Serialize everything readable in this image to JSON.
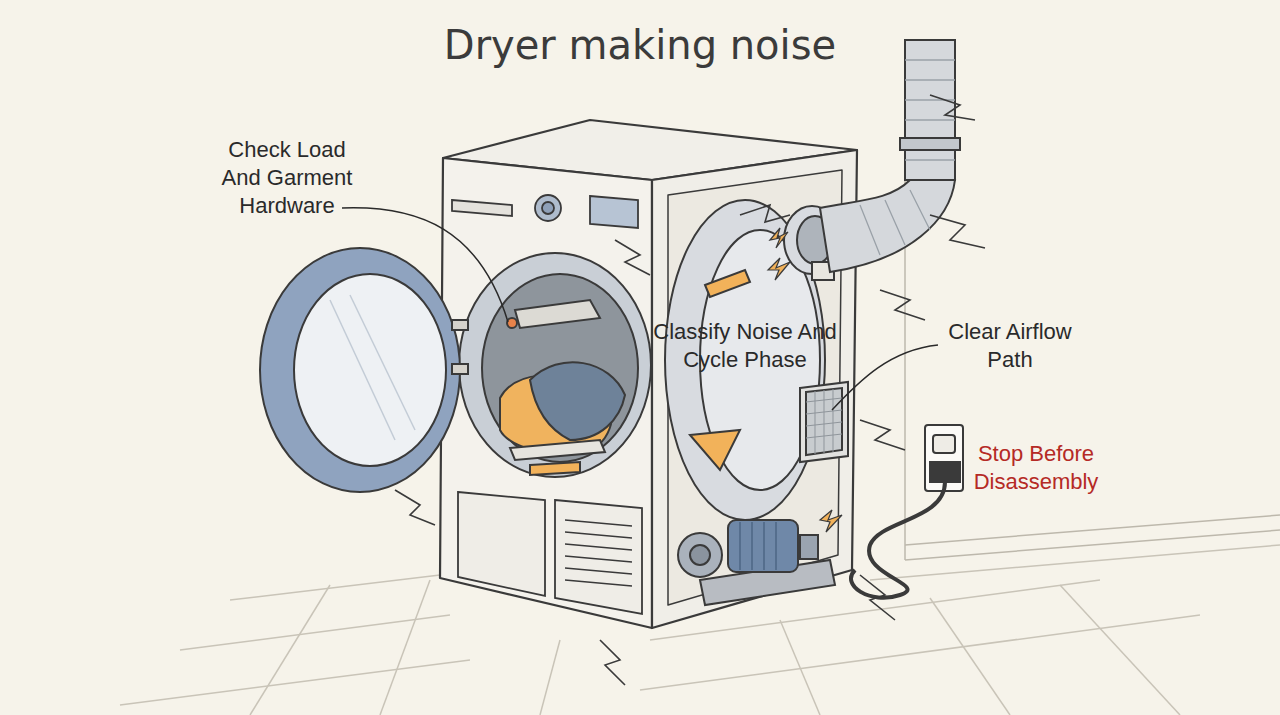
{
  "diagram": {
    "title": "Dryer making noise",
    "labels": [
      "Check Load And Garment Hardware",
      "Classify Noise And Cycle Phase",
      "Clear Airflow Path",
      "Stop Before Disassembly"
    ]
  }
}
